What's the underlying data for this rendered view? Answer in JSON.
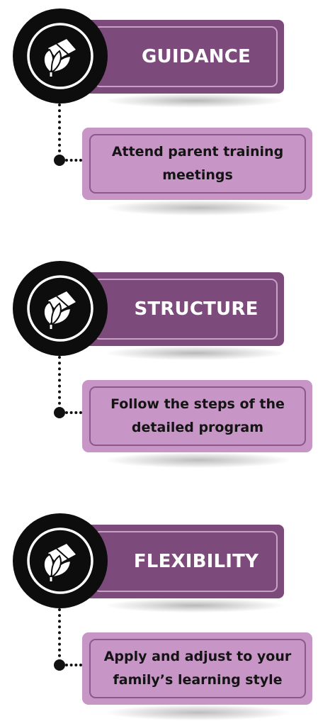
{
  "colors": {
    "header_fill": "#7c4a7b",
    "header_border": "#c9a0c6",
    "description_fill": "#c796c6",
    "description_border": "#8b588a",
    "icon_circle": "#0d0d0d",
    "connector": "#111111"
  },
  "steps": [
    {
      "icon": "leaf-book-icon",
      "title": "GUIDANCE",
      "description_lines": [
        "Attend parent training",
        "meetings"
      ]
    },
    {
      "icon": "leaf-book-icon",
      "title": "STRUCTURE",
      "description_lines": [
        "Follow the steps of the",
        "detailed program"
      ]
    },
    {
      "icon": "leaf-book-icon",
      "title": "FLEXIBILITY",
      "description_lines": [
        "Apply and adjust to your",
        "family’s learning style"
      ]
    }
  ]
}
